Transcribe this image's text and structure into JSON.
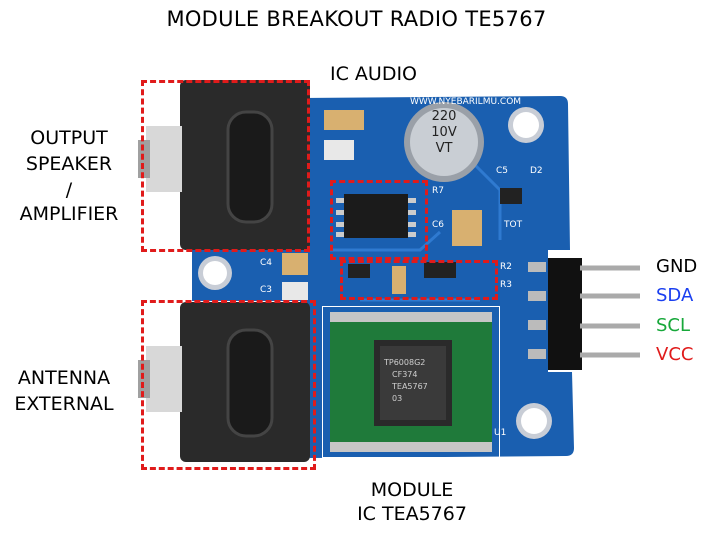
{
  "title": "MODULE BREAKOUT RADIO TE5767",
  "labels": {
    "ic_audio": "IC AUDIO",
    "output": [
      "OUTPUT",
      "SPEAKER",
      "/",
      "AMPLIFIER"
    ],
    "antenna": [
      "ANTENNA",
      "EXTERNAL"
    ],
    "module": [
      "MODULE",
      "IC TEA5767"
    ]
  },
  "pins": [
    {
      "name": "GND",
      "color": "#000000"
    },
    {
      "name": "SDA",
      "color": "#1a3ff0"
    },
    {
      "name": "SCL",
      "color": "#17a83a"
    },
    {
      "name": "VCC",
      "color": "#e01b1b"
    }
  ],
  "board": {
    "watermark": "WWW.NYEBARILMU.COM",
    "capacitor_text": [
      "220",
      "10V",
      "VT"
    ],
    "chip_text": [
      "TP6008G2",
      "CF374",
      "TEA5767",
      "03"
    ],
    "silkscreen": [
      "C4",
      "C3",
      "C5",
      "C6",
      "D2",
      "R7",
      "R2",
      "R3",
      "U1",
      "TOT"
    ]
  },
  "colors": {
    "highlight": "#e01b1b",
    "pcb": "#1a5fb0",
    "module": "#1f7a3a"
  }
}
